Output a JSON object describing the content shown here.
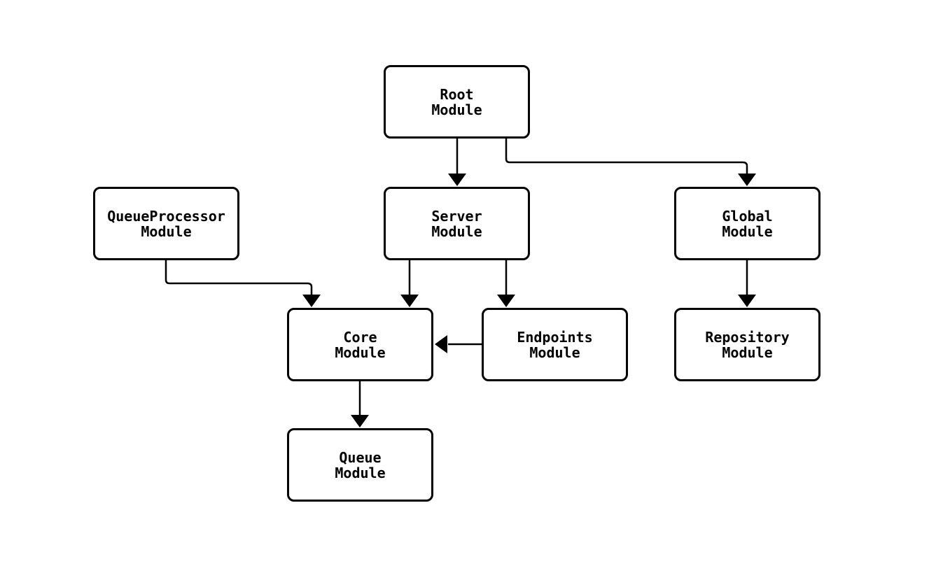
{
  "diagram": {
    "type": "flowchart",
    "direction": "top-down",
    "colors": {
      "background": "#ffffff",
      "node_fill": "#ffffff",
      "node_border": "#000000",
      "edge": "#000000",
      "text": "#000000"
    },
    "nodes": [
      {
        "id": "root",
        "label": "Root\nModule"
      },
      {
        "id": "queueprocessor",
        "label": "QueueProcessor\nModule"
      },
      {
        "id": "server",
        "label": "Server\nModule"
      },
      {
        "id": "global",
        "label": "Global\nModule"
      },
      {
        "id": "core",
        "label": "Core\nModule"
      },
      {
        "id": "endpoints",
        "label": "Endpoints\nModule"
      },
      {
        "id": "repository",
        "label": "Repository\nModule"
      },
      {
        "id": "queue",
        "label": "Queue\nModule"
      }
    ],
    "edges": [
      {
        "from": "Root Module",
        "to": "Server Module"
      },
      {
        "from": "Root Module",
        "to": "Global Module"
      },
      {
        "from": "QueueProcessor Module",
        "to": "Core Module"
      },
      {
        "from": "Server Module",
        "to": "Core Module"
      },
      {
        "from": "Server Module",
        "to": "Endpoints Module"
      },
      {
        "from": "Global Module",
        "to": "Repository Module"
      },
      {
        "from": "Endpoints Module",
        "to": "Core Module"
      },
      {
        "from": "Core Module",
        "to": "Queue Module"
      }
    ]
  }
}
